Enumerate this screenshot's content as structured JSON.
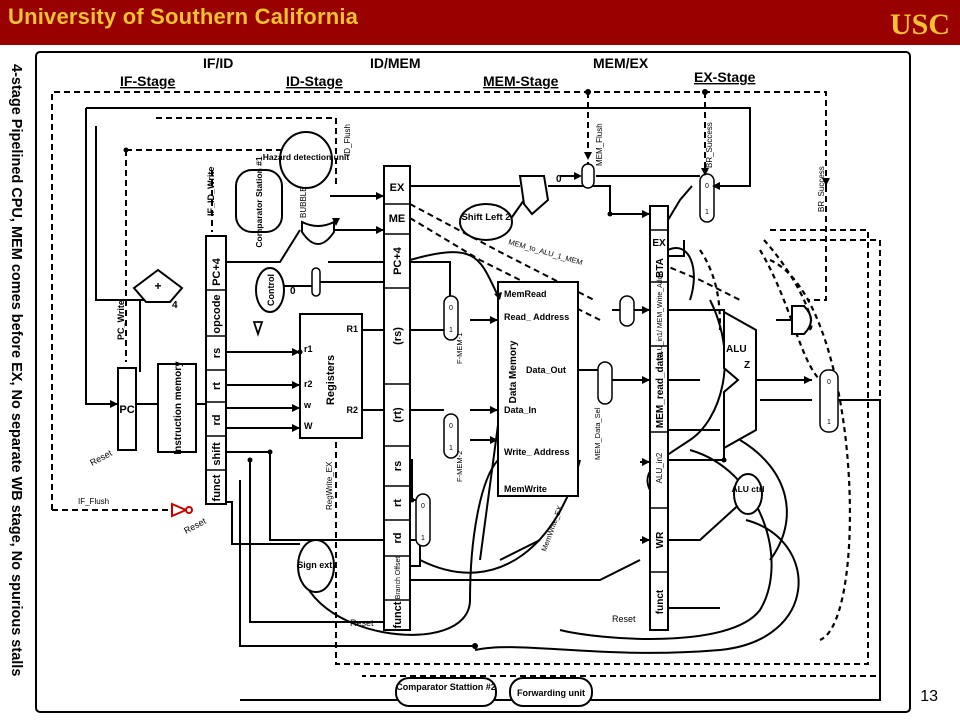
{
  "header": {
    "title": "University of Southern California",
    "logo_text": "USC",
    "accent": "#990000",
    "gold": "#f2c230"
  },
  "side_caption": "4-stage Pipelined CPU,   MEM comes before EX,   No separate WB stage,   No spurious stalls",
  "stages": {
    "if": "IF-Stage",
    "ifid": "IF/ID",
    "id": "ID-Stage",
    "idmem": "ID/MEM",
    "mem": "MEM-Stage",
    "memex": "MEM/EX",
    "ex": "EX-Stage"
  },
  "signals": {
    "mem_flush": "MEM_Flush",
    "br_success": "BR_Success",
    "id_flush": "ID_Flush",
    "if_id_write": "IF_ID_Write",
    "pc_write": "PC_Write",
    "if_flush": "IF_Flush",
    "bubble": "BUBBLE",
    "mem_to_alu": "MEM_to_ALU_1_MEM",
    "regwrite_ex": "RegWrite_EX",
    "memwrite_ex": "MemWrite_EX",
    "mem_data_sel": "MEM_Data_Sel",
    "fmem1": "F-MEM-1",
    "fmem2": "F-MEM-2",
    "reset": "Reset"
  },
  "blocks": {
    "hazard": "Hazard detection unit",
    "comparator1": "Comparator Station #1",
    "control": "Control",
    "registers": "Registers",
    "imem": "Instruction memory",
    "pc": "PC",
    "shift_left": "Shift Left 2",
    "sign_ext": "Sign ext.",
    "data_memory": "Data Memory",
    "alu": "ALU",
    "alu_ctrl": "ALU ctrl",
    "comparator2": "Comparator Stattion #2",
    "forwarding": "Forwarding unit"
  },
  "ports": {
    "r1": "r1",
    "r2": "r2",
    "w": "w",
    "W": "W",
    "R1": "R1",
    "R2": "R2",
    "memread": "MemRead",
    "read_addr": "Read_ Address",
    "data_out": "Data_Out",
    "data_in": "Data_In",
    "write_addr": "Write_ Address",
    "memwrite": "MemWrite",
    "z": "Z"
  },
  "ifid_fields": [
    "PC+4",
    "opcode",
    "rs",
    "rt",
    "rd",
    "shift",
    "funct"
  ],
  "idmem_fields": [
    "EX",
    "ME",
    "PC+4",
    "(rs)",
    "(rt)",
    "rs",
    "rt",
    "rd",
    "Branch Offset",
    "funct"
  ],
  "memex_fields": [
    "EX",
    "BTA",
    "ALU_in1/ MEM_Write_Addr",
    "MEM_read_data",
    "ALU_in2",
    "WR",
    "funct"
  ],
  "consts": {
    "four": "4",
    "zero": "0",
    "plus": "+"
  },
  "slide_number": "13"
}
